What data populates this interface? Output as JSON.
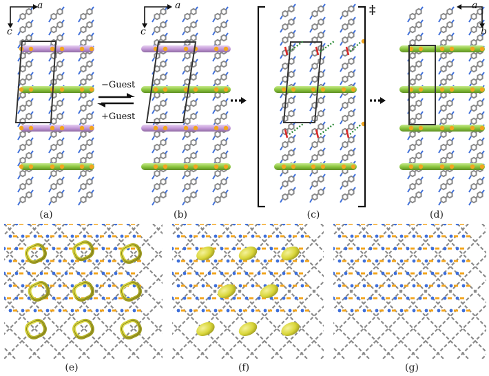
{
  "panels": {
    "a": "(a)",
    "b": "(b)",
    "c": "(c)",
    "d": "(d)",
    "e": "(e)",
    "f": "(f)",
    "g": "(g)"
  },
  "axes": {
    "a_x": "a",
    "a_y": "c",
    "b_x": "a",
    "b_y": "c",
    "d_x": "a",
    "d_y": "b"
  },
  "transition": {
    "remove": "−Guest",
    "add": "+Guest",
    "dagger": "‡"
  },
  "colors": {
    "linker_carbon": "#8a8a8a",
    "nitrogen": "#3f6fd9",
    "metal": "#f2a51f",
    "chain_green": "#8cc63f",
    "chain_purple": "#c49ad9",
    "cell_line": "#333333",
    "hbond": "#2e8b3a",
    "oh_red": "#d92b2b",
    "guest_yellow": "#d9d63a"
  }
}
